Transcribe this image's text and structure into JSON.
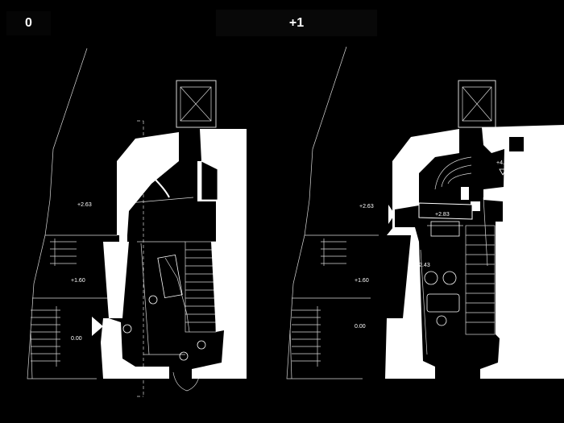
{
  "panels": [
    {
      "floor_label": "0",
      "levels": [
        "+2.63",
        "+1.60",
        "0.00"
      ]
    },
    {
      "floor_label": "+1",
      "levels": [
        "+2.63",
        "+1.60",
        "0.00",
        "+4.53",
        "+2.83",
        "+2.43"
      ]
    }
  ],
  "colors": {
    "background": "#000000",
    "wall": "#ffffff",
    "line": "#d8d8d8"
  }
}
